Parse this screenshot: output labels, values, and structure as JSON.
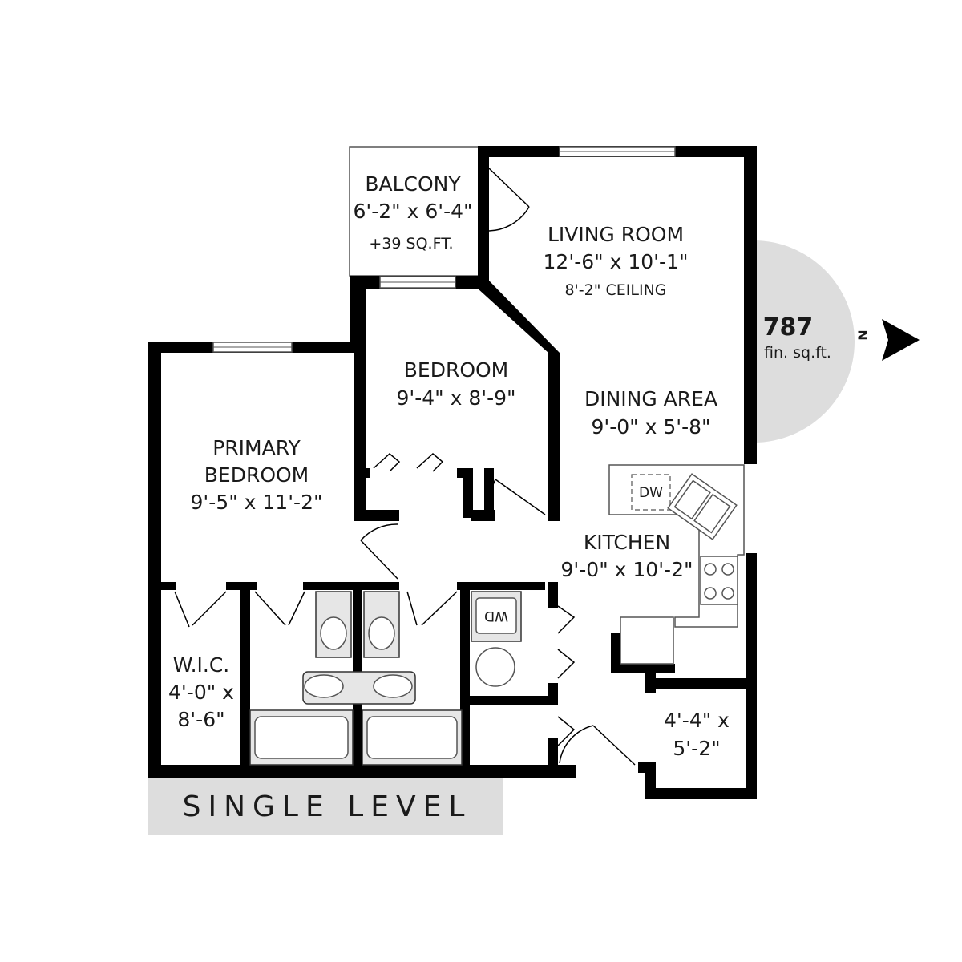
{
  "rooms": {
    "balcony": {
      "name": "BALCONY",
      "dims": "6'-2\" x 6'-4\"",
      "area": "+39 SQ.FT."
    },
    "living": {
      "name": "LIVING ROOM",
      "dims": "12'-6\" x 10'-1\"",
      "ceiling": "8'-2\" CEILING"
    },
    "bedroom": {
      "name": "BEDROOM",
      "dims": "9'-4\" x 8'-9\""
    },
    "dining": {
      "name": "DINING AREA",
      "dims": "9'-0\" x 5'-8\""
    },
    "primary": {
      "name_line1": "PRIMARY",
      "name_line2": "BEDROOM",
      "dims": "9'-5\" x 11'-2\""
    },
    "kitchen": {
      "name": "KITCHEN",
      "dims": "9'-0\" x 10'-2\""
    },
    "wic": {
      "name": "W.I.C.",
      "dims_line1": "4'-0\" x",
      "dims_line2": "8'-6\""
    },
    "storage": {
      "dims_line1": "4'-4\" x",
      "dims_line2": "5'-2\""
    }
  },
  "appliances": {
    "dishwasher": "DW",
    "washer_dryer": "WD"
  },
  "summary": {
    "sqft_value": "787",
    "sqft_label": "fin. sq.ft."
  },
  "compass": {
    "north_label": "N"
  },
  "level_label": "SINGLE LEVEL",
  "colors": {
    "wall": "#000000",
    "badge": "#dddddd",
    "background": "#ffffff"
  }
}
